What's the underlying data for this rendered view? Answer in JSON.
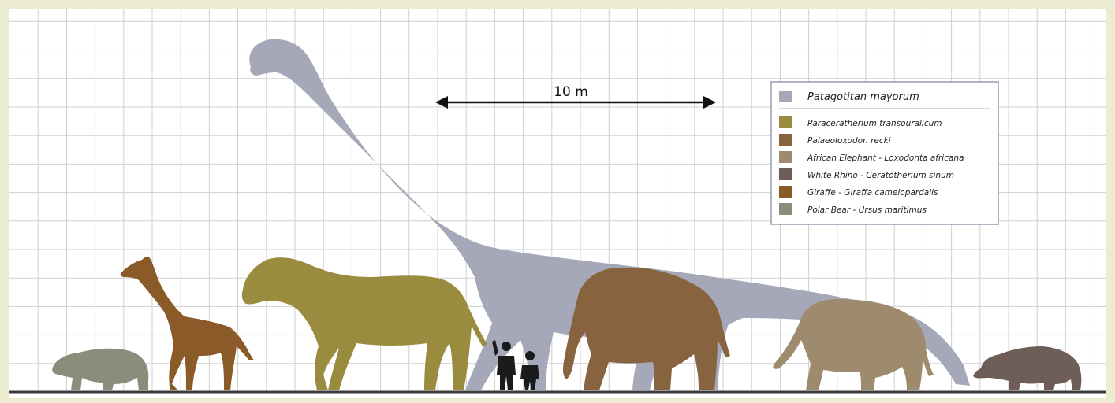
{
  "scale_bar": {
    "label": "10 m"
  },
  "legend": {
    "items": [
      {
        "label": "Patagotitan mayorum",
        "color": "#a5a8b8"
      },
      {
        "label": "Paraceratherium transouralicum",
        "color": "#9a8c3f"
      },
      {
        "label": "Palaeoloxodon recki",
        "color": "#87643f"
      },
      {
        "label": "African Elephant - Loxodonta africana",
        "color": "#9e8a6c"
      },
      {
        "label": "White Rhino - Ceratotherium sinum",
        "color": "#6f5d58"
      },
      {
        "label": "Giraffe - Giraffa camelopardalis",
        "color": "#8a5a28"
      },
      {
        "label": "Polar Bear - Ursus maritimus",
        "color": "#8b8d7a"
      }
    ]
  },
  "colors": {
    "frame": "#ecedd0",
    "grid": "#cfcfcf",
    "ground": "#3a3a3a",
    "human": "#1b1b1b"
  }
}
